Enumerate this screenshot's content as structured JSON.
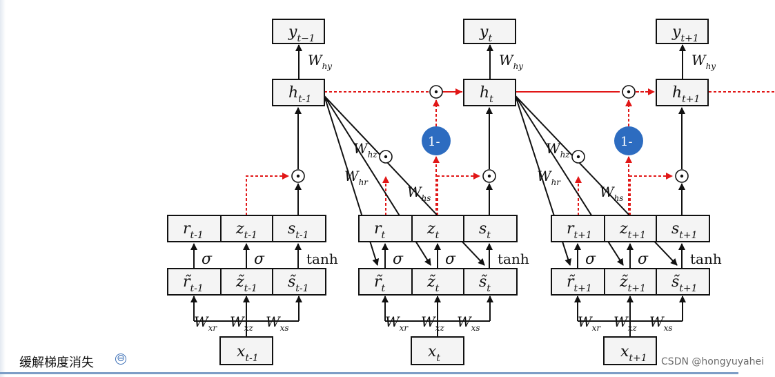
{
  "diagram": {
    "steps": [
      {
        "output": {
          "base": "y",
          "sub": "t−1"
        },
        "hidden": {
          "base": "h",
          "sub": "t-1"
        },
        "gates": [
          {
            "base": "r",
            "sub": "t-1"
          },
          {
            "base": "z",
            "sub": "t-1"
          },
          {
            "base": "s",
            "sub": "t-1"
          }
        ],
        "pre_gates": [
          {
            "base": "r̃",
            "sub": "t-1"
          },
          {
            "base": "z̃",
            "sub": "t-1"
          },
          {
            "base": "s̃",
            "sub": "t-1"
          }
        ],
        "input": {
          "base": "x",
          "sub": "t-1"
        },
        "why": {
          "base": "W",
          "sub": "hy"
        },
        "input_weights": [
          {
            "base": "W",
            "sub": "xr"
          },
          {
            "base": "W",
            "sub": "xz"
          },
          {
            "base": "W",
            "sub": "xs"
          }
        ]
      },
      {
        "output": {
          "base": "y",
          "sub": "t"
        },
        "hidden": {
          "base": "h",
          "sub": "t"
        },
        "gates": [
          {
            "base": "r",
            "sub": "t"
          },
          {
            "base": "z",
            "sub": "t"
          },
          {
            "base": "s",
            "sub": "t"
          }
        ],
        "pre_gates": [
          {
            "base": "r̃",
            "sub": "t"
          },
          {
            "base": "z̃",
            "sub": "t"
          },
          {
            "base": "s̃",
            "sub": "t"
          }
        ],
        "input": {
          "base": "x",
          "sub": "t"
        },
        "why": {
          "base": "W",
          "sub": "hy"
        },
        "input_weights": [
          {
            "base": "W",
            "sub": "xr"
          },
          {
            "base": "W",
            "sub": "xz"
          },
          {
            "base": "W",
            "sub": "xs"
          }
        ]
      },
      {
        "output": {
          "base": "y",
          "sub": "t+1"
        },
        "hidden": {
          "base": "h",
          "sub": "t+1"
        },
        "gates": [
          {
            "base": "r",
            "sub": "t+1"
          },
          {
            "base": "z",
            "sub": "t+1"
          },
          {
            "base": "s",
            "sub": "t+1"
          }
        ],
        "pre_gates": [
          {
            "base": "r̃",
            "sub": "t+1"
          },
          {
            "base": "z̃",
            "sub": "t+1"
          },
          {
            "base": "s̃",
            "sub": "t+1"
          }
        ],
        "input": {
          "base": "x",
          "sub": "t+1"
        },
        "why": {
          "base": "W",
          "sub": "hy"
        },
        "input_weights": [
          {
            "base": "W",
            "sub": "xr"
          },
          {
            "base": "W",
            "sub": "xz"
          },
          {
            "base": "W",
            "sub": "xs"
          }
        ]
      }
    ],
    "recurrent_weights": {
      "whz": {
        "base": "W",
        "sub": "hz"
      },
      "whr": {
        "base": "W",
        "sub": "hr"
      },
      "whs": {
        "base": "W",
        "sub": "hs"
      }
    },
    "activations": {
      "sigma": "σ",
      "tanh": "tanh"
    },
    "odot": "⊙",
    "one_minus": "1-",
    "colors": {
      "box_fill": "#f4f4f4",
      "stroke": "#111111",
      "gate_arrow": "#e11717",
      "one_minus_fill": "#2d6cc0"
    }
  },
  "footer": {
    "section_label": "缓解梯度消失",
    "collapse_icon": "minus-circle-icon",
    "collapse_symbol": "⊖",
    "watermark": "CSDN @hongyuyahei"
  }
}
